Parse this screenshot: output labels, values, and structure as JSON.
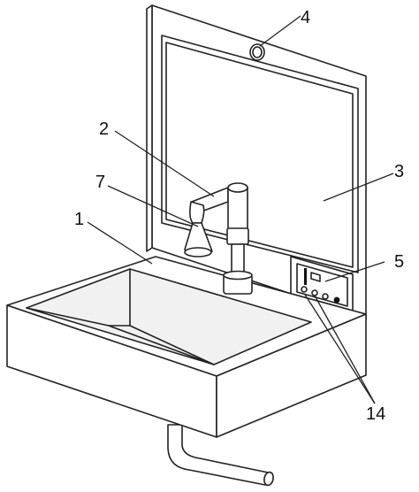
{
  "labels": {
    "sink": "1",
    "faucet": "2",
    "mirror": "3",
    "camera": "4",
    "control_panel": "5",
    "spray_head": "7",
    "buttons": "14"
  }
}
